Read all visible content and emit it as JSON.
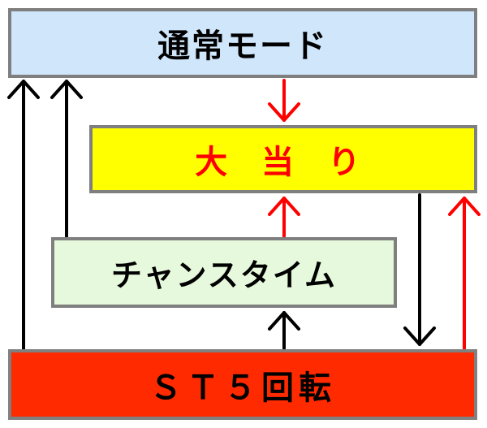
{
  "nodes": {
    "normal_mode": "通常モード",
    "jackpot": "大 当 り",
    "chance_time": "チャンスタイム",
    "st5": "ＳＴ５回転"
  },
  "colors": {
    "normal_mode_fill": "#cfe6fb",
    "jackpot_fill": "#ffff00",
    "jackpot_text": "#ff0000",
    "chance_time_fill": "#e6f9dc",
    "st5_fill": "#ff2a00",
    "arrow_black": "#000000",
    "arrow_red": "#ff0000",
    "border": "#7f7f7f"
  },
  "edges": [
    {
      "from": "normal_mode",
      "to": "jackpot",
      "color": "red"
    },
    {
      "from": "chance_time",
      "to": "jackpot",
      "color": "red"
    },
    {
      "from": "st5",
      "to": "jackpot",
      "color": "red"
    },
    {
      "from": "jackpot",
      "to": "st5",
      "color": "black"
    },
    {
      "from": "st5",
      "to": "chance_time",
      "color": "black"
    },
    {
      "from": "chance_time",
      "to": "normal_mode",
      "color": "black"
    },
    {
      "from": "st5",
      "to": "normal_mode",
      "color": "black"
    }
  ]
}
